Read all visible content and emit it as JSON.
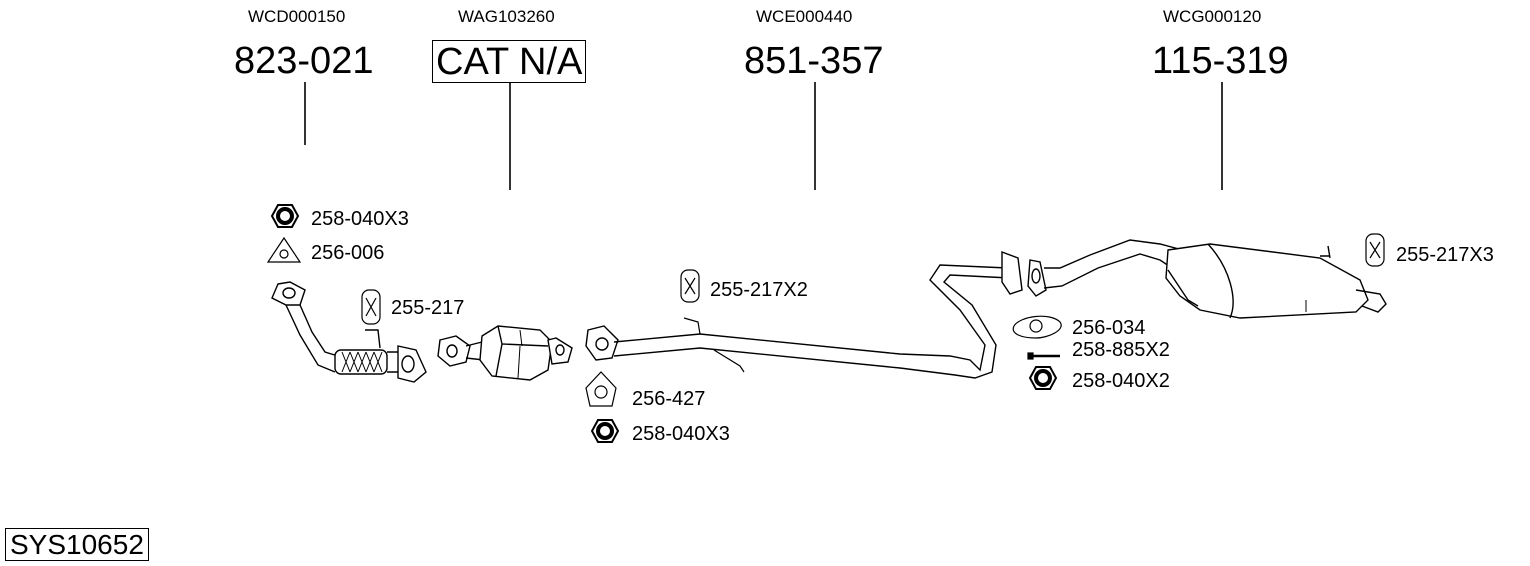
{
  "components": [
    {
      "code": "WCD000150",
      "part_number": "823-021"
    },
    {
      "code": "WAG103260",
      "part_number": "CAT N/A"
    },
    {
      "code": "WCE000440",
      "part_number": "851-357"
    },
    {
      "code": "WCG000120",
      "part_number": "115-319"
    }
  ],
  "fittings": [
    {
      "label": "258-040X3",
      "icon": "hex-nut-icon"
    },
    {
      "label": "256-006",
      "icon": "triangular-gasket-icon"
    },
    {
      "label": "255-217",
      "icon": "rubber-mount-icon"
    },
    {
      "label": "255-217X2",
      "icon": "rubber-mount-icon"
    },
    {
      "label": "256-427",
      "icon": "triangular-gasket-icon"
    },
    {
      "label": "258-040X3",
      "icon": "hex-nut-icon"
    },
    {
      "label": "256-034",
      "icon": "oval-gasket-icon"
    },
    {
      "label": "258-885X2",
      "icon": "bolt-icon"
    },
    {
      "label": "258-040X2",
      "icon": "hex-nut-icon"
    },
    {
      "label": "255-217X3",
      "icon": "rubber-mount-icon"
    }
  ],
  "system_id": "SYS10652"
}
